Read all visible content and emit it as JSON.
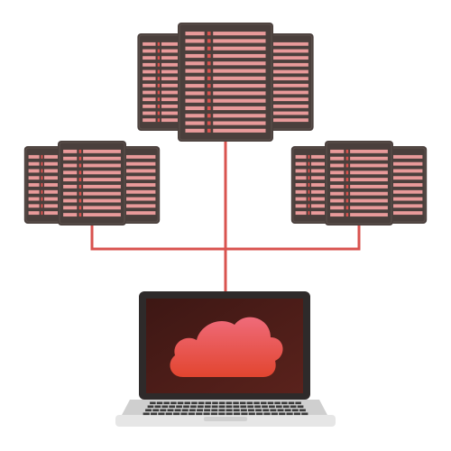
{
  "diagram": {
    "title": "",
    "nodes": [
      {
        "id": "server-cluster-top",
        "kind": "server-rack-cluster",
        "icon": "server-rack-icon"
      },
      {
        "id": "server-cluster-left",
        "kind": "server-rack-cluster",
        "icon": "server-rack-icon"
      },
      {
        "id": "server-cluster-right",
        "kind": "server-rack-cluster",
        "icon": "server-rack-icon"
      },
      {
        "id": "laptop",
        "kind": "laptop",
        "icon": "laptop-icon",
        "screen_icon": "cloud-icon"
      }
    ],
    "edges": [
      {
        "from": "server-cluster-top",
        "to": "laptop"
      },
      {
        "from": "server-cluster-left",
        "to": "laptop"
      },
      {
        "from": "server-cluster-right",
        "to": "laptop"
      }
    ]
  },
  "colors": {
    "connector": "#d9534f",
    "rack_body": "#4a3f3c",
    "rack_slot": "#e89a9a",
    "rack_led": "#d9534f",
    "laptop_frame": "#2e2a2a",
    "laptop_screen": "#4a1c18",
    "cloud_top": "#ef6b7a",
    "cloud_bottom": "#e2452f",
    "keyboard_base": "#e6e6e6"
  }
}
